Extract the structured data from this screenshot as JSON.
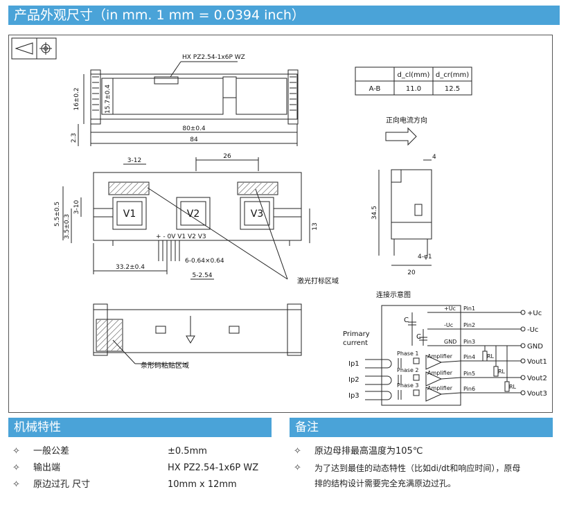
{
  "header": {
    "title": "产品外观尺寸（in mm. 1 mm = 0.0394 inch）"
  },
  "drawing": {
    "connector_label": "HX PZ2.54-1x6P WZ",
    "dim_height_total": "16±0.2",
    "dim_height_body": "15.7±0.4",
    "dim_length_inner": "80±0.4",
    "dim_length_total": "84",
    "dim_bottom": "2.3",
    "dim_3_12": "3-12",
    "dim_26": "26",
    "dim_5_5": "5.5±0.5",
    "dim_3_5": "3.5±0.3",
    "dim_3_10": "3-10",
    "dim_13": "13",
    "dim_33_2": "33.2±0.4",
    "dim_pin": "6-0.64×0.64",
    "dim_pitch": "5-2.54",
    "dim_4": "4",
    "dim_34_5": "34.5",
    "dim_4_phi1": "4-φ1",
    "dim_20": "20",
    "windows": [
      "V1",
      "V2",
      "V3"
    ],
    "pin_labels": "+ - 0V V1 V2 V3",
    "laser_mark": "激光打标区域",
    "barcode_area": "条形码粘贴区域",
    "current_direction": "正向电流方向",
    "table": {
      "headers": [
        "",
        "d_cl(mm)",
        "d_cr(mm)"
      ],
      "row": [
        "A-B",
        "11.0",
        "12.5"
      ]
    },
    "schematic": {
      "title": "连接示意图",
      "primary_current": [
        "Primary",
        "current"
      ],
      "inputs": [
        "Ip1",
        "Ip2",
        "Ip3"
      ],
      "phases": [
        "Phase 1",
        "Phase 2",
        "Phase 3"
      ],
      "amplifier": "Amplifier",
      "cap": "C",
      "rl": "RL",
      "nets": [
        "+Uc",
        "-Uc",
        "GND"
      ],
      "pins": [
        "Pin1",
        "Pin2",
        "Pin3",
        "Pin4",
        "Pin5",
        "Pin6"
      ],
      "outputs": [
        "+Uc",
        "-Uc",
        "GND",
        "Vout1",
        "Vout2",
        "Vout3"
      ]
    }
  },
  "mechanical": {
    "title": "机械特性",
    "items": [
      {
        "label": "一般公差",
        "value": "±0.5mm"
      },
      {
        "label": "输出端",
        "value": "HX PZ2.54-1x6P WZ"
      },
      {
        "label": "原边过孔 尺寸",
        "value": "10mm x 12mm"
      }
    ]
  },
  "notes": {
    "title": "备注",
    "items": [
      "原边母排最高温度为105℃",
      "为了达到最佳的动态特性（比如di/dt和响应时间），原母",
      "排的结构设计需要完全充满原边过孔。"
    ]
  },
  "bullet": "✧"
}
